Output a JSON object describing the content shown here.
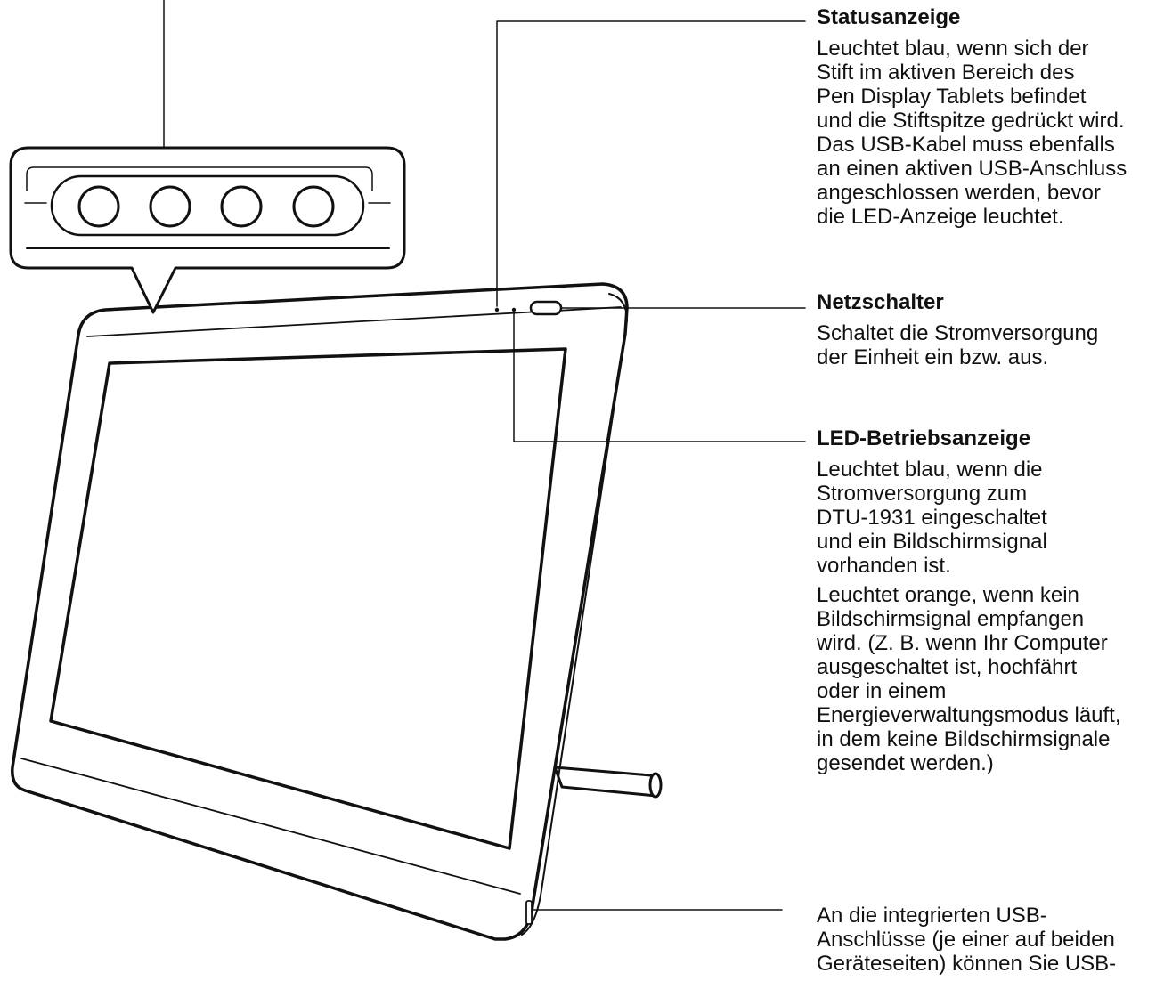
{
  "callouts": {
    "status": {
      "title": "Statusanzeige",
      "text": "Leuchtet blau, wenn sich der\nStift im aktiven Bereich des\nPen Display Tablets befindet\nund die Stiftspitze gedrückt wird.\nDas USB-Kabel muss ebenfalls\nan einen aktiven USB-Anschluss\nangeschlossen werden, bevor\ndie LED-Anzeige leuchtet."
    },
    "power_switch": {
      "title": "Netzschalter",
      "text": "Schaltet die Stromversorgung\nder Einheit ein bzw. aus."
    },
    "power_led": {
      "title": "LED-Betriebsanzeige",
      "text_1": "Leuchtet blau, wenn die\nStromversorgung zum\nDTU-1931 eingeschaltet\nund ein Bildschirmsignal\nvorhanden ist.",
      "text_2": "Leuchtet orange, wenn kein\nBildschirmsignal empfangen\nwird. (Z. B. wenn Ihr Computer\nausgeschaltet ist, hochfährt\noder in einem\nEnergieverwaltungsmodus läuft,\nin dem keine Bildschirmsignale\ngesendet werden.)"
    },
    "usb": {
      "text": "An die integrierten USB-\nAnschlüsse (je einer auf beiden\nGeräteseiten) können Sie USB-"
    }
  },
  "colors": {
    "ink": "#111111",
    "screen_fill": "#ffffff",
    "bezel_fill": "#ffffff"
  }
}
